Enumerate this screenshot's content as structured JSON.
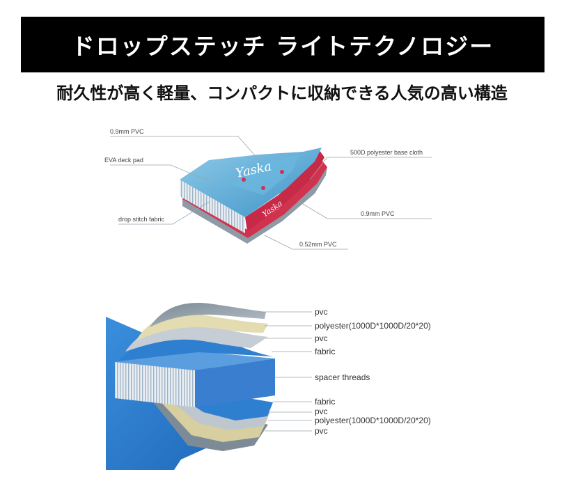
{
  "header": {
    "title": "ドロップステッチ ライトテクノロジー",
    "subtitle": "耐久性が高く軽量、コンパクトに収納できる人気の高い構造"
  },
  "board_diagram": {
    "brand": "Yaska",
    "labels": {
      "top_pvc": "0.9mm PVC",
      "eva": "EVA  deck pad",
      "drop_stitch": "drop stitch fabric",
      "base_cloth": "500D polyester base cloth",
      "right_pvc": "0.9mm PVC",
      "bottom_pvc": "0.52mm PVC"
    }
  },
  "layer_diagram": {
    "layers": [
      "pvc",
      "polyester(1000D*1000D/20*20)",
      "pvc",
      "fabric",
      "spacer threads",
      "fabric",
      "pvc",
      "polyester(1000D*1000D/20*20)",
      "pvc"
    ]
  },
  "colors": {
    "banner_bg": "#000000",
    "board_blue": "#5fb0d8",
    "board_red": "#d1334f",
    "layer_blue": "#2f7fd0",
    "cream": "#e3dcb0"
  }
}
